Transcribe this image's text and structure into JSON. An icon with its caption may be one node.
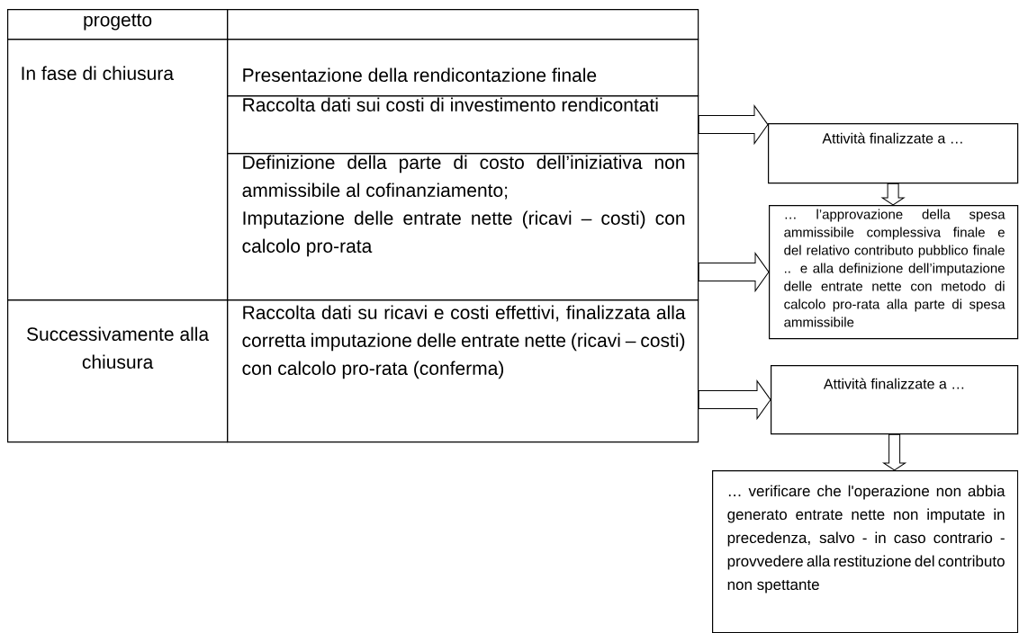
{
  "diagram": {
    "nodes": [
      {
        "text": [
          "progetto"
        ]
      },
      {
        "text": [],
        "shape": "box"
      },
      {
        "text": [
          "In fase di chiusura"
        ]
      },
      {
        "text": [
          "Presentazione della rendicontazione finale"
        ]
      },
      {
        "text": [
          "Raccolta dati sui costi di investimento rendicontati"
        ]
      },
      {
        "text": [
          "Definizione della parte di costo dell’iniziativa non ammissibile al cofinanziamento;",
          "Imputazione delle entrate nette (ricavi – costi) con calcolo pro-rata"
        ]
      },
      {
        "text": [
          "Successivamente alla chiusura"
        ]
      },
      {
        "text": [
          "Raccolta dati su ricavi e costi effettivi, finalizzata alla corretta imputazione delle entrate nette (ricavi – costi) con calcolo pro-rata (conferma)"
        ]
      },
      {
        "text": [
          "Attività finalizzate a …"
        ]
      },
      {
        "text": [
          "… l’approvazione della spesa ammissibile complessiva finale e del relativo contributo pubblico finale .. e alla definizione dell’imputazione delle entrate nette con metodo di calcolo pro-rata alla parte di spesa ammissibile"
        ]
      },
      {
        "text": [
          "Attività finalizzate a …"
        ]
      },
      {
        "text": [
          "… verificare che l'operazione non abbia generato entrate nette non imputate in precedenza, salvo - in caso contrario - provvedere alla restituzione del contributo non spettante"
        ]
      }
    ],
    "edges": [
      {
        "from": 4,
        "to": 8,
        "arrow": "to"
      },
      {
        "from": 8,
        "to": 9,
        "arrow": "to"
      },
      {
        "from": 5,
        "to": 9,
        "arrow": "to"
      },
      {
        "from": 7,
        "to": 10,
        "arrow": "to"
      },
      {
        "from": 10,
        "to": 11,
        "arrow": "to"
      }
    ]
  }
}
